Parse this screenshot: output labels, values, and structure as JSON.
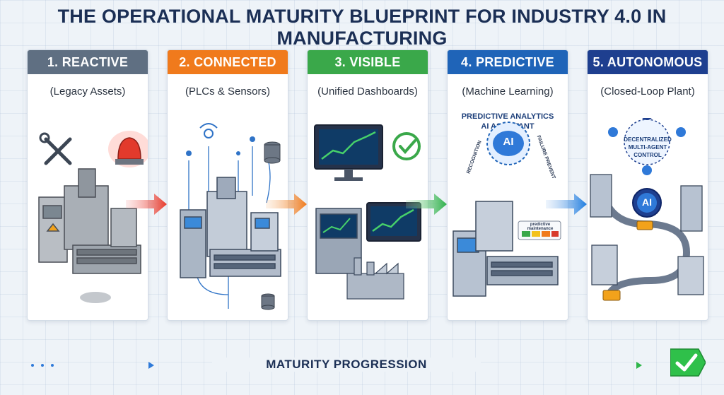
{
  "title": "THE OPERATIONAL MATURITY BLUEPRINT FOR INDUSTRY 4.0 IN MANUFACTURING",
  "stages": [
    {
      "label": "1. REACTIVE",
      "subtitle": "(Legacy Assets)",
      "color": "#5f6f82"
    },
    {
      "label": "2. CONNECTED",
      "subtitle": "(PLCs & Sensors)",
      "color": "#f07a1c"
    },
    {
      "label": "3. VISIBLE",
      "subtitle": "(Unified Dashboards)",
      "color": "#3aa84a"
    },
    {
      "label": "4. PREDICTIVE",
      "subtitle": "(Machine Learning)",
      "color": "#1f64b8"
    },
    {
      "label": "5. AUTONOMOUS",
      "subtitle": "(Closed-Loop Plant)",
      "color": "#1e3f8f"
    }
  ],
  "predictive": {
    "heading1": "PREDICTIVE ANALYTICS",
    "heading2": "AI ASSISTANT",
    "ai": "AI",
    "left_arc": "RECOGNITION",
    "right_arc": "FAILURE PREVENT",
    "maintenance": "predictive maintenance"
  },
  "autonomous": {
    "control_line1": "DECENTRALIZED",
    "control_line2": "MULTI-AGENT",
    "control_line3": "CONTROL",
    "ai": "AI"
  },
  "progression": {
    "label": "MATURITY PROGRESSION"
  }
}
